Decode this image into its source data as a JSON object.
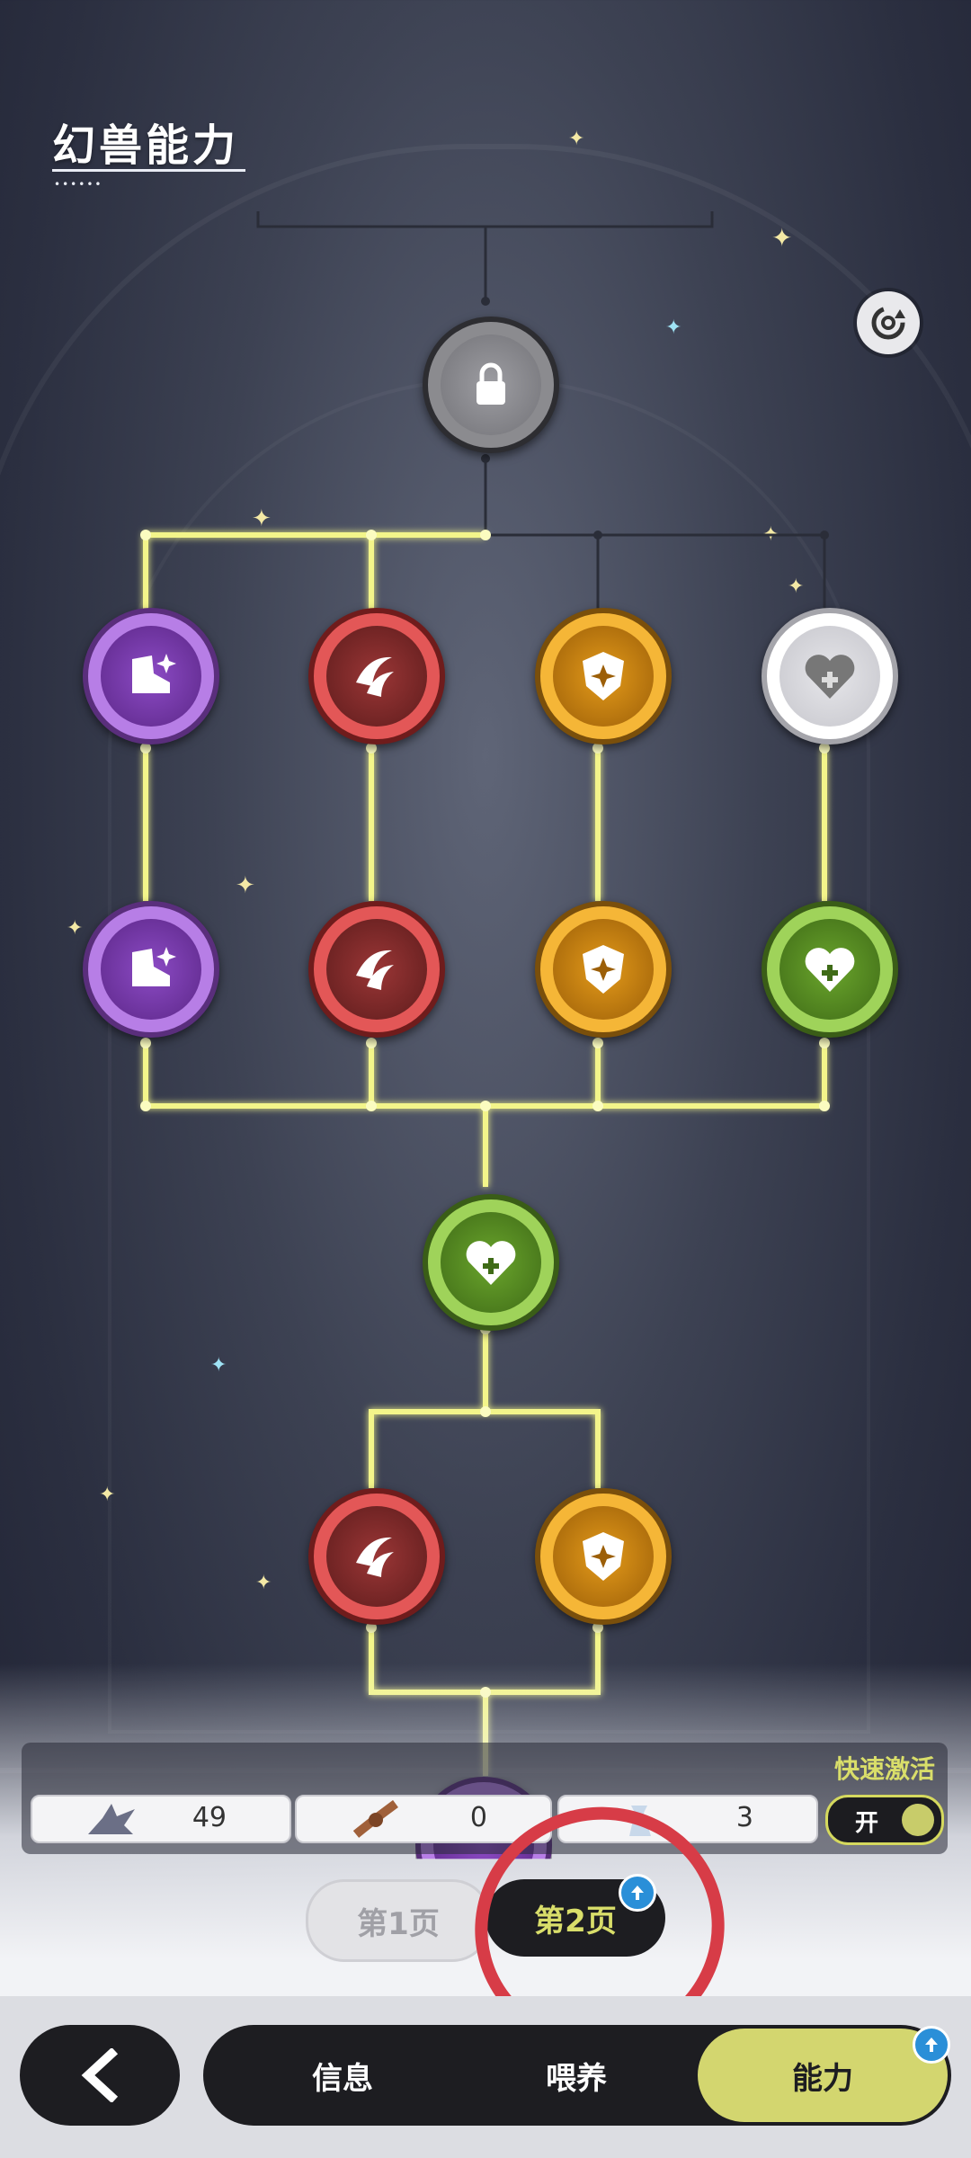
{
  "header": {
    "title": "幻兽能力"
  },
  "quick_activate": {
    "label": "快速激活",
    "resources": [
      {
        "icon": "wing-material-icon",
        "value": "49"
      },
      {
        "icon": "rope-material-icon",
        "value": "0"
      },
      {
        "icon": "bottle-material-icon",
        "value": "3"
      }
    ],
    "toggle_label": "开"
  },
  "page_tabs": {
    "page1": "第1页",
    "page2": "第2页",
    "active": "page2"
  },
  "bottom_nav": {
    "items": [
      "信息",
      "喂养",
      "能力"
    ],
    "active": "能力"
  },
  "colors": {
    "accent_yellow": "#d9de6a",
    "connector_glow": "#f3f58a",
    "annotation_red": "#d73c47",
    "node_purple": "#b77ee6",
    "node_red": "#e35757",
    "node_orange": "#f5b637",
    "node_green": "#9fd35a"
  },
  "skill_nodes": [
    {
      "id": "top",
      "type": "locked",
      "icon": "lock-icon"
    },
    {
      "id": "r1c1",
      "type": "purple",
      "icon": "boot-speed-icon"
    },
    {
      "id": "r1c2",
      "type": "red",
      "icon": "claw-attack-icon"
    },
    {
      "id": "r1c3",
      "type": "orange",
      "icon": "shield-defense-icon"
    },
    {
      "id": "r1c4",
      "type": "white",
      "icon": "heart-health-icon"
    },
    {
      "id": "r2c1",
      "type": "purple",
      "icon": "boot-speed-icon"
    },
    {
      "id": "r2c2",
      "type": "red",
      "icon": "claw-attack-icon"
    },
    {
      "id": "r2c3",
      "type": "orange",
      "icon": "shield-defense-icon"
    },
    {
      "id": "r2c4",
      "type": "green",
      "icon": "heart-health-icon"
    },
    {
      "id": "mid",
      "type": "green",
      "icon": "heart-health-icon"
    },
    {
      "id": "r4c1",
      "type": "red",
      "icon": "claw-attack-icon"
    },
    {
      "id": "r4c2",
      "type": "orange",
      "icon": "shield-defense-icon"
    },
    {
      "id": "bottom",
      "type": "purple",
      "icon": "boot-speed-icon"
    }
  ]
}
